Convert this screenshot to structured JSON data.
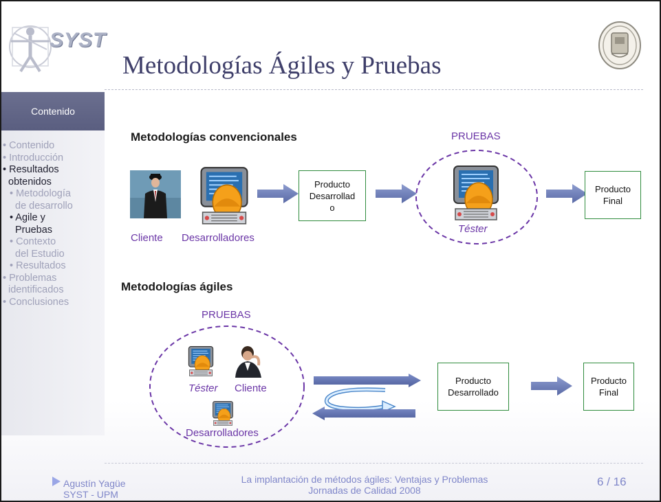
{
  "header": {
    "logo_text": "SYST",
    "title": "Metodologías Ágiles y Pruebas"
  },
  "sidebar": {
    "heading": "Contenido",
    "items": [
      {
        "label": "• Contenido",
        "state": "inactive"
      },
      {
        "label": "• Introducción",
        "state": "inactive"
      },
      {
        "label": "• Resultados",
        "state": "active"
      },
      {
        "label": "obtenidos",
        "state": "active"
      },
      {
        "label": "• Metodología",
        "state": "inactive"
      },
      {
        "label": "de desarrollo",
        "state": "inactive"
      },
      {
        "label": "• Agile y",
        "state": "active"
      },
      {
        "label": "Pruebas",
        "state": "active"
      },
      {
        "label": "• Contexto",
        "state": "inactive"
      },
      {
        "label": "del Estudio",
        "state": "inactive"
      },
      {
        "label": "• Resultados",
        "state": "inactive"
      },
      {
        "label": "• Problemas",
        "state": "inactive"
      },
      {
        "label": "identificados",
        "state": "inactive"
      },
      {
        "label": "• Conclusiones",
        "state": "inactive"
      }
    ]
  },
  "conventional": {
    "heading": "Metodologías convencionales",
    "client_label": "Cliente",
    "developers_label": "Desarrolladores",
    "product_lines": [
      "Producto",
      "Desarrollad",
      "o"
    ],
    "pruebas_label": "PRUEBAS",
    "tester_label": "Téster",
    "final_lines": [
      "Producto",
      "Final"
    ]
  },
  "agile": {
    "heading": "Metodologías ágiles",
    "pruebas_label": "PRUEBAS",
    "tester_label": "Téster",
    "client_label": "Cliente",
    "developers_label": "Desarrolladores",
    "product_lines": [
      "Producto",
      "Desarrollado"
    ],
    "final_lines": [
      "Producto",
      "Final"
    ]
  },
  "footer": {
    "author": "Agustín Yagüe",
    "affiliation": "SYST - UPM",
    "talk_title": "La implantación de métodos ágiles: Ventajas y Problemas",
    "event": "Jornadas de Calidad 2008",
    "page": "6 / 16"
  },
  "colors": {
    "title": "#3f3f6a",
    "accent_purple": "#6a35a6",
    "box_border": "#2e8b3c",
    "arrow": "#6f7fb5",
    "sidebar_header": "#5f6385",
    "footer_text": "#7f86c9"
  },
  "icons": {
    "logo": "vitruvian-logo-icon",
    "seal": "university-seal-icon",
    "developer": "computer-developer-icon",
    "client_conventional": "man-suit-icon",
    "client_agile": "businessman-photo-icon",
    "cycle": "cycle-arrow-icon",
    "footer_marker": "play-triangle-icon"
  }
}
